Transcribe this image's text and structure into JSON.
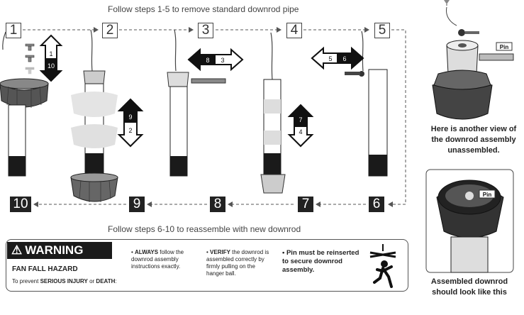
{
  "top_heading": "Follow steps 1-5 to remove standard downrod pipe",
  "bottom_heading": "Follow steps 6-10 to reassemble with new downrod",
  "top_steps": [
    "1",
    "2",
    "3",
    "4",
    "5"
  ],
  "bottom_steps": [
    "10",
    "9",
    "8",
    "7",
    "6"
  ],
  "arrow_labels": {
    "s1_up": "1",
    "s1_down": "10",
    "s2_up": "9",
    "s2_down": "2",
    "s3_left": "8",
    "s3_right": "3",
    "s4_up": "7",
    "s4_down": "4",
    "s5_left": "5",
    "s5_right": "6"
  },
  "warning": {
    "title": "WARNING",
    "hazard": "FAN FALL HAZARD",
    "prevent_prefix": "To prevent ",
    "prevent_bold": "SERIOUS INJURY",
    "prevent_mid": " or ",
    "prevent_bold2": "DEATH",
    "prevent_suffix": ":",
    "bullet1_bold": "ALWAYS",
    "bullet1_rest": " follow the downrod assembly instructions exactly.",
    "bullet2_bold": "VERIFY",
    "bullet2_rest": " the downrod is assembled correctly by firmly pulling on the hanger ball.",
    "bullet3": "Pin must be reinserted to secure downrod assembly."
  },
  "side": {
    "pin_label_top": "Pin",
    "caption_top": "Here is another view of the downrod assembly unassembled.",
    "pin_label_bottom": "Pin",
    "caption_bottom": "Assembled downrod should look like this"
  }
}
